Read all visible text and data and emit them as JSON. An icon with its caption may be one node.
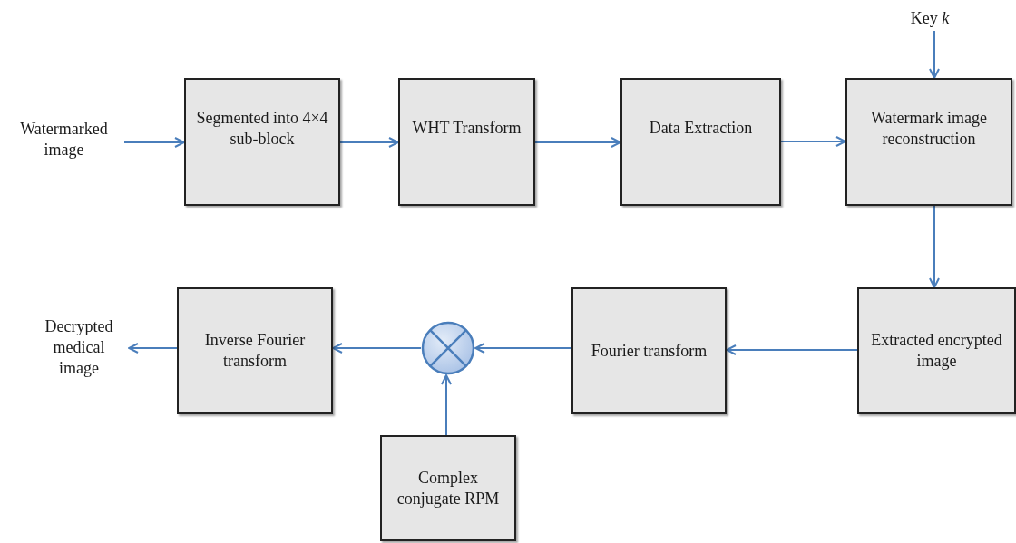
{
  "diagram": {
    "nodes": [
      {
        "text": [
          "Watermarked image"
        ]
      },
      {
        "text": [
          "Segmented into 4×4 sub-block"
        ]
      },
      {
        "text": [
          "WHT Transform"
        ]
      },
      {
        "text": [
          "Data Extraction"
        ]
      },
      {
        "text": [
          "Watermark image reconstruction"
        ]
      },
      {
        "text": [
          "Key *k*"
        ]
      },
      {
        "text": [
          "Extracted encrypted image"
        ]
      },
      {
        "text": [
          "Fourier transform"
        ]
      },
      {
        "text": [],
        "shape": "circle"
      },
      {
        "text": [
          "Inverse Fourier transform"
        ]
      },
      {
        "text": [
          "Decrypted medical image"
        ]
      },
      {
        "text": [
          "Complex conjugate RPM"
        ]
      }
    ],
    "edges": [
      {
        "from": 0,
        "to": 1,
        "arrow": "to"
      },
      {
        "from": 1,
        "to": 2,
        "arrow": "to"
      },
      {
        "from": 2,
        "to": 3,
        "arrow": "to"
      },
      {
        "from": 3,
        "to": 4,
        "arrow": "to"
      },
      {
        "from": 5,
        "to": 4,
        "arrow": "to"
      },
      {
        "from": 4,
        "to": 6,
        "arrow": "to"
      },
      {
        "from": 6,
        "to": 7,
        "arrow": "to"
      },
      {
        "from": 7,
        "to": 8,
        "arrow": "to"
      },
      {
        "from": 11,
        "to": 8,
        "arrow": "to"
      },
      {
        "from": 8,
        "to": 9,
        "arrow": "to"
      },
      {
        "from": 9,
        "to": 10,
        "arrow": "to"
      }
    ]
  }
}
